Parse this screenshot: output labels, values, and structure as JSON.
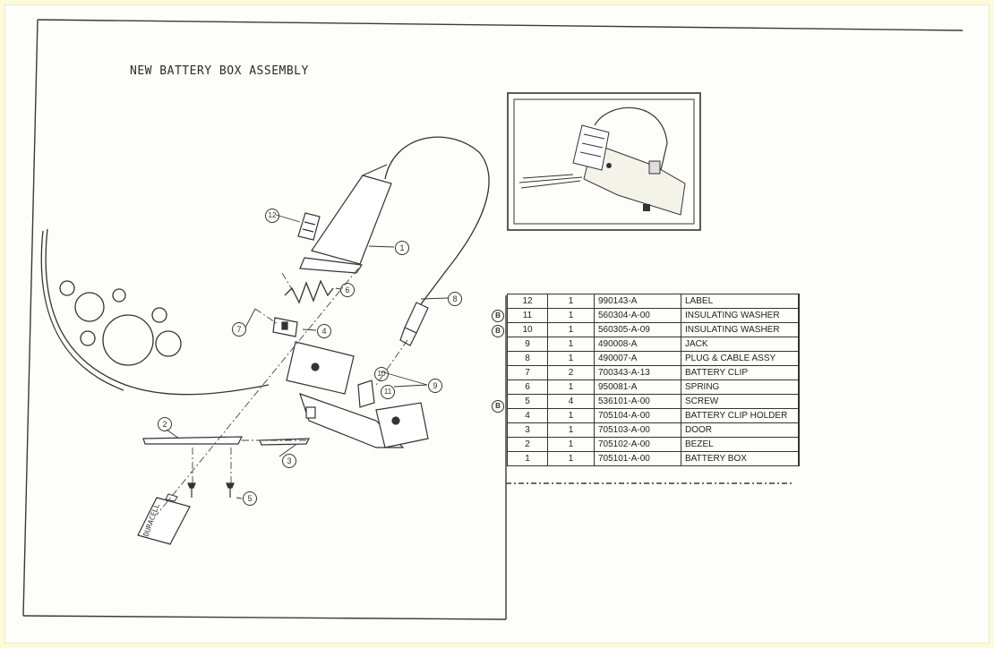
{
  "title": "NEW BATTERY BOX ASSEMBLY",
  "battery_text": "DURACELL",
  "revision_mark": "B",
  "parts": [
    {
      "item": "12",
      "qty": "1",
      "part_no": "990143-A",
      "description": "LABEL",
      "rev": ""
    },
    {
      "item": "11",
      "qty": "1",
      "part_no": "560304-A-00",
      "description": "INSULATING WASHER",
      "rev": "B"
    },
    {
      "item": "10",
      "qty": "1",
      "part_no": "560305-A-09",
      "description": "INSULATING WASHER",
      "rev": "B"
    },
    {
      "item": "9",
      "qty": "1",
      "part_no": "490008-A",
      "description": "JACK",
      "rev": ""
    },
    {
      "item": "8",
      "qty": "1",
      "part_no": "490007-A",
      "description": "PLUG & CABLE ASSY",
      "rev": ""
    },
    {
      "item": "7",
      "qty": "2",
      "part_no": "700343-A-13",
      "description": "BATTERY CLIP",
      "rev": ""
    },
    {
      "item": "6",
      "qty": "1",
      "part_no": "950081-A",
      "description": "SPRING",
      "rev": ""
    },
    {
      "item": "5",
      "qty": "4",
      "part_no": "536101-A-00",
      "description": "SCREW",
      "rev": "B"
    },
    {
      "item": "4",
      "qty": "1",
      "part_no": "705104-A-00",
      "description": "BATTERY CLIP HOLDER",
      "rev": ""
    },
    {
      "item": "3",
      "qty": "1",
      "part_no": "705103-A-00",
      "description": "DOOR",
      "rev": ""
    },
    {
      "item": "2",
      "qty": "1",
      "part_no": "705102-A-00",
      "description": "BEZEL",
      "rev": ""
    },
    {
      "item": "1",
      "qty": "1",
      "part_no": "705101-A-00",
      "description": "BATTERY BOX",
      "rev": ""
    }
  ],
  "callouts": [
    "1",
    "2",
    "3",
    "4",
    "5",
    "6",
    "7",
    "8",
    "9",
    "10",
    "11",
    "12"
  ]
}
